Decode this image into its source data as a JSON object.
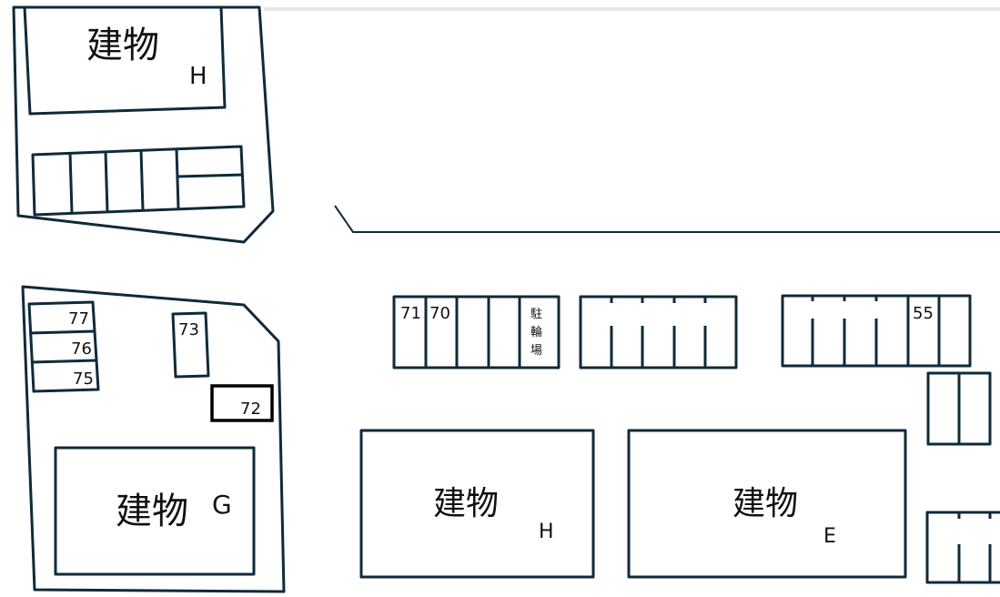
{
  "colors": {
    "line": "#0f2a3a",
    "background": "#ffffff"
  },
  "buildings": [
    {
      "label": "建物",
      "letter": "H"
    },
    {
      "label": "建物",
      "letter": "G"
    },
    {
      "label": "建物",
      "letter": "H"
    },
    {
      "label": "建物",
      "letter": "E"
    }
  ],
  "spaces": {
    "s77": "77",
    "s76": "76",
    "s75": "75",
    "s73": "73",
    "s72": "72",
    "s71": "71",
    "s70": "70",
    "s55": "55"
  },
  "bicycle_parking": [
    "駐",
    "輪",
    "場"
  ]
}
